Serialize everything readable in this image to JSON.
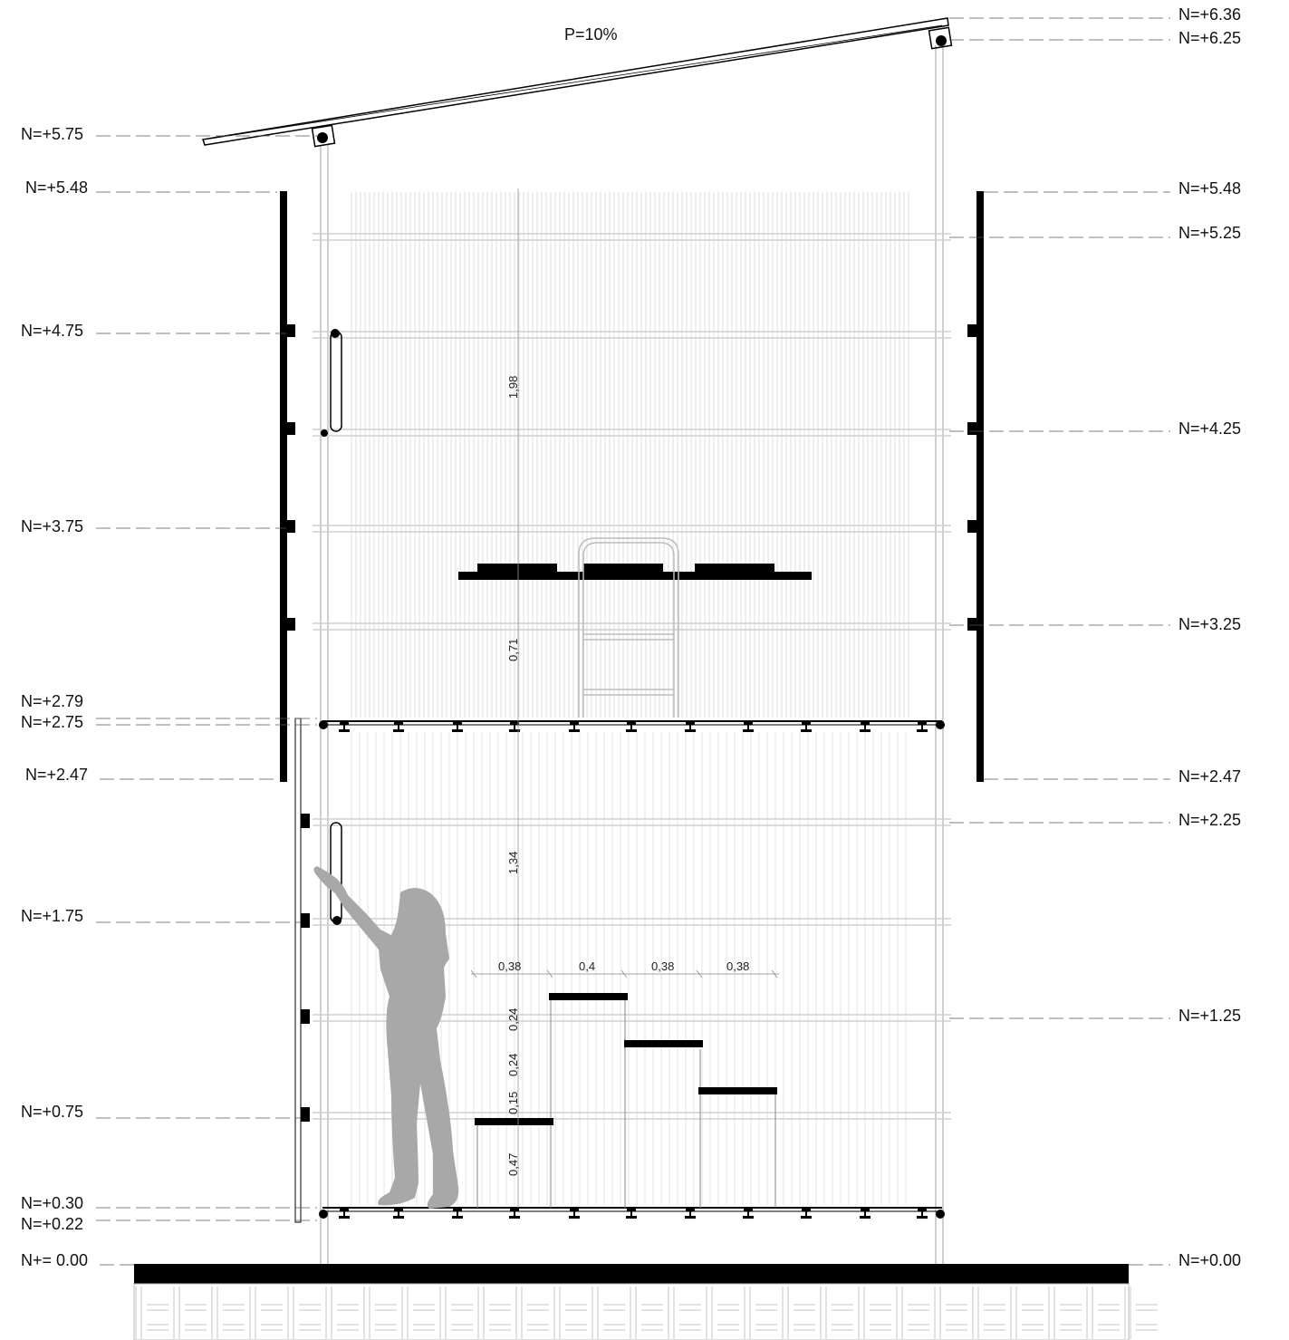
{
  "slope_label": "P=10%",
  "levels_left": [
    {
      "id": "l575",
      "label": "N=+5.75"
    },
    {
      "id": "l548",
      "label": "N=+5.48"
    },
    {
      "id": "l475",
      "label": "N=+4.75"
    },
    {
      "id": "l375",
      "label": "N=+3.75"
    },
    {
      "id": "l279",
      "label": "N=+2.79"
    },
    {
      "id": "l275",
      "label": "N=+2.75"
    },
    {
      "id": "l247",
      "label": "N=+2.47"
    },
    {
      "id": "l175",
      "label": "N=+1.75"
    },
    {
      "id": "l075",
      "label": "N=+0.75"
    },
    {
      "id": "l030",
      "label": "N=+0.30"
    },
    {
      "id": "l022",
      "label": "N=+0.22"
    },
    {
      "id": "l000",
      "label": "N+= 0.00"
    }
  ],
  "levels_right": [
    {
      "id": "r636",
      "label": "N=+6.36"
    },
    {
      "id": "r625",
      "label": "N=+6.25"
    },
    {
      "id": "r548",
      "label": "N=+5.48"
    },
    {
      "id": "r525",
      "label": "N=+5.25"
    },
    {
      "id": "r425",
      "label": "N=+4.25"
    },
    {
      "id": "r325",
      "label": "N=+3.25"
    },
    {
      "id": "r247",
      "label": "N=+2.47"
    },
    {
      "id": "r225",
      "label": "N=+2.25"
    },
    {
      "id": "r125",
      "label": "N=+1.25"
    },
    {
      "id": "r000",
      "label": "N=+0.00"
    }
  ],
  "dimensions": {
    "vertical": [
      {
        "id": "v198",
        "label": "1,98"
      },
      {
        "id": "v071",
        "label": "0,71"
      },
      {
        "id": "v134",
        "label": "1,34"
      },
      {
        "id": "v024a",
        "label": "0,24"
      },
      {
        "id": "v024b",
        "label": "0,24"
      },
      {
        "id": "v015",
        "label": "0,15"
      },
      {
        "id": "v047",
        "label": "0,47"
      }
    ],
    "horizontal": [
      {
        "id": "h038a",
        "label": "0,38"
      },
      {
        "id": "h04",
        "label": "0,4"
      },
      {
        "id": "h038b",
        "label": "0,38"
      },
      {
        "id": "h038c",
        "label": "0,38"
      }
    ]
  },
  "colors": {
    "ink": "#000000",
    "light_line": "#cfcfcf",
    "guide_line": "#666666",
    "figure": "#a8a8a8"
  }
}
